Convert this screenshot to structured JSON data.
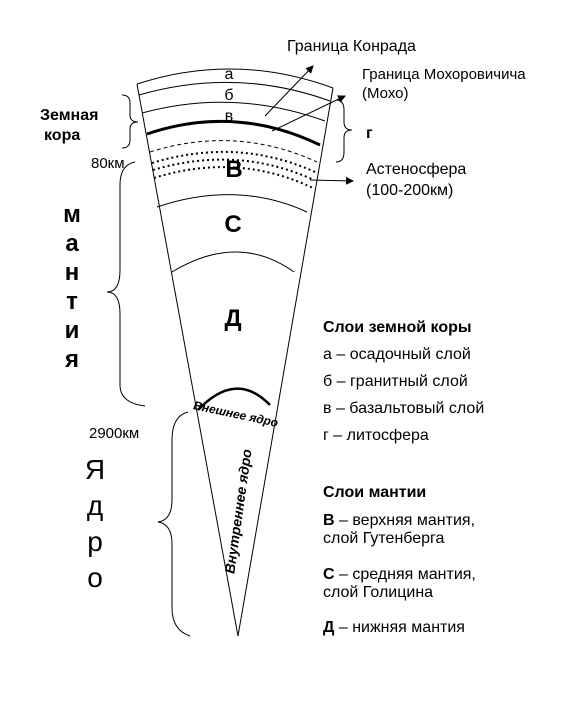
{
  "boundaries": {
    "conrad": "Граница Конрада",
    "moho_line1": "Граница Мохоровичича",
    "moho_line2": "(Мохо)"
  },
  "crust": {
    "label_line1": "Земная",
    "label_line2": "кора",
    "depth": "80км",
    "layer_a": "а",
    "layer_b": "б",
    "layer_v": "в",
    "layer_g": "г"
  },
  "asthenosphere": {
    "line1": "Астеносфера",
    "line2": "(100-200км)"
  },
  "mantle": {
    "vertical_label": [
      "м",
      "а",
      "н",
      "т",
      "и",
      "я"
    ],
    "layer_upper": "В",
    "layer_middle": "С",
    "layer_lower": "Д"
  },
  "core": {
    "depth": "2900км",
    "vertical_label": [
      "Я",
      "д",
      "р",
      "о"
    ],
    "outer": "Внешнее ядро",
    "inner": "Внутреннее ядро"
  },
  "legend_crust": {
    "heading": "Слои земной коры",
    "items": [
      {
        "key": "а",
        "text": "– осадочный слой"
      },
      {
        "key": "б",
        "text": "– гранитный слой"
      },
      {
        "key": "в",
        "text": "– базальтовый слой"
      },
      {
        "key": "г",
        "text": "– литосфера"
      }
    ]
  },
  "legend_mantle": {
    "heading": "Слои мантии",
    "items": [
      {
        "key": "В",
        "line1": "– верхняя мантия,",
        "line2": "слой Гутенберга"
      },
      {
        "key": "С",
        "line1": "– средняя мантия,",
        "line2": "слой Голицина"
      },
      {
        "key": "Д",
        "line1": "– нижняя мантия",
        "line2": ""
      }
    ]
  }
}
